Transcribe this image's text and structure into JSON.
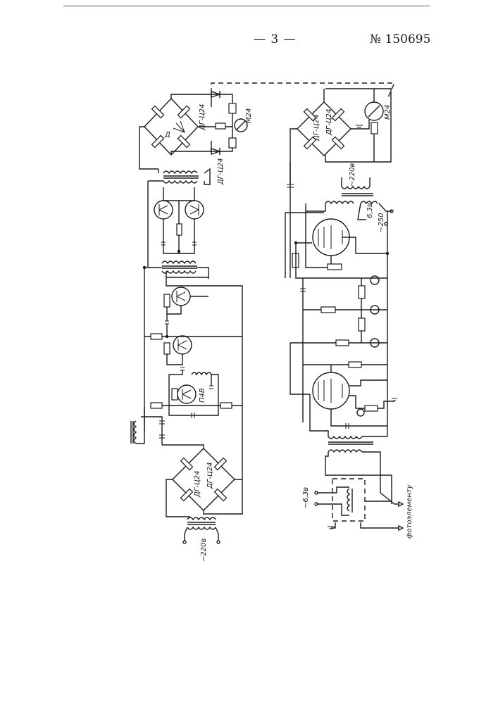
{
  "header": {
    "page_number": "— 3 —",
    "patent_number": "№ 150695"
  },
  "labels": {
    "diode_top_1": "ДГ-Ц24",
    "diode_top_2": "ДГ-Ц24",
    "meter_left": "М24",
    "meter_right": "М24",
    "bridge_d": "Д",
    "bridge_right": "ДГ-Ц24",
    "bridge_right_2": "ДГ-Ц24",
    "transistor_p": "П4В",
    "bridge_bottom_1": "ДГ-Ц24",
    "bridge_bottom_2": "ДГ-Ц24",
    "mains_left": "~220в",
    "mains_right": "~220в",
    "heater_63": "6,3в",
    "heater_250": "~250",
    "heater_bottom": "~6,3в",
    "photo_element": "фотоэлементу"
  },
  "colors": {
    "ink": "#1a1a1a",
    "paper": "#ffffff"
  }
}
